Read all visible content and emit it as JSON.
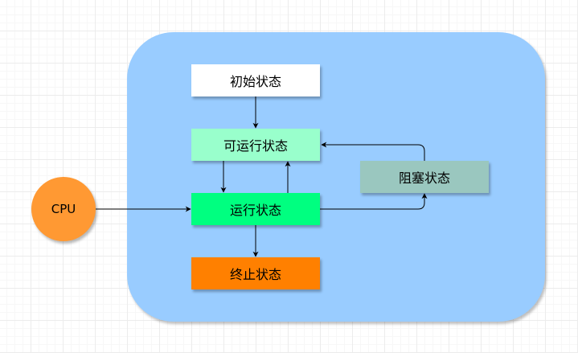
{
  "colors": {
    "container": "#99ccff",
    "initial": "#ffffff",
    "runnable": "#99ffcc",
    "running": "#00ff80",
    "blocked": "#9ac7bf",
    "terminated": "#ff8000",
    "cpu": "#ff9933",
    "arrow": "#000000"
  },
  "nodes": {
    "initial": "初始状态",
    "runnable": "可运行状态",
    "running": "运行状态",
    "blocked": "阻塞状态",
    "terminated": "终止状态",
    "cpu": "CPU"
  }
}
